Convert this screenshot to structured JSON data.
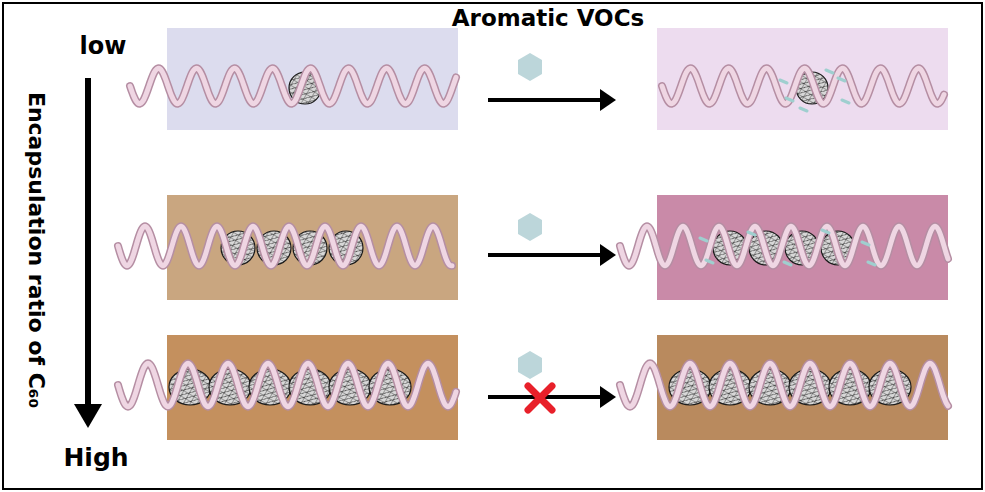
{
  "diagram": {
    "labels": [
      "Aromatic VOCs",
      "low",
      "Encapsulation ratio of C₆₀",
      "High"
    ]
  }
}
